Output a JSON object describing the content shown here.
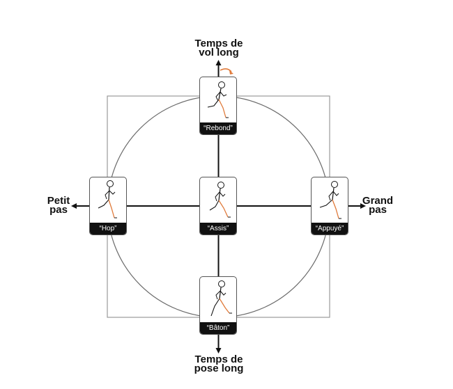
{
  "axes": {
    "top": {
      "line1": "Temps de",
      "line2": "vol long"
    },
    "bottom": {
      "line1": "Temps de",
      "line2": "pose long"
    },
    "left": {
      "line1": "Petit",
      "line2": "pas"
    },
    "right": {
      "line1": "Grand",
      "line2": "pas"
    }
  },
  "styles": {
    "top": {
      "label": "“Rebond”"
    },
    "left": {
      "label": "“Hop”"
    },
    "center": {
      "label": "“Assis”"
    },
    "right": {
      "label": "“Appuyé”"
    },
    "bottom": {
      "label": "“Bâton”"
    }
  },
  "colors": {
    "ink": "#111111",
    "frame": "#9a9a9a",
    "circle": "#6b6b6b",
    "leg": "#e07a3a"
  }
}
